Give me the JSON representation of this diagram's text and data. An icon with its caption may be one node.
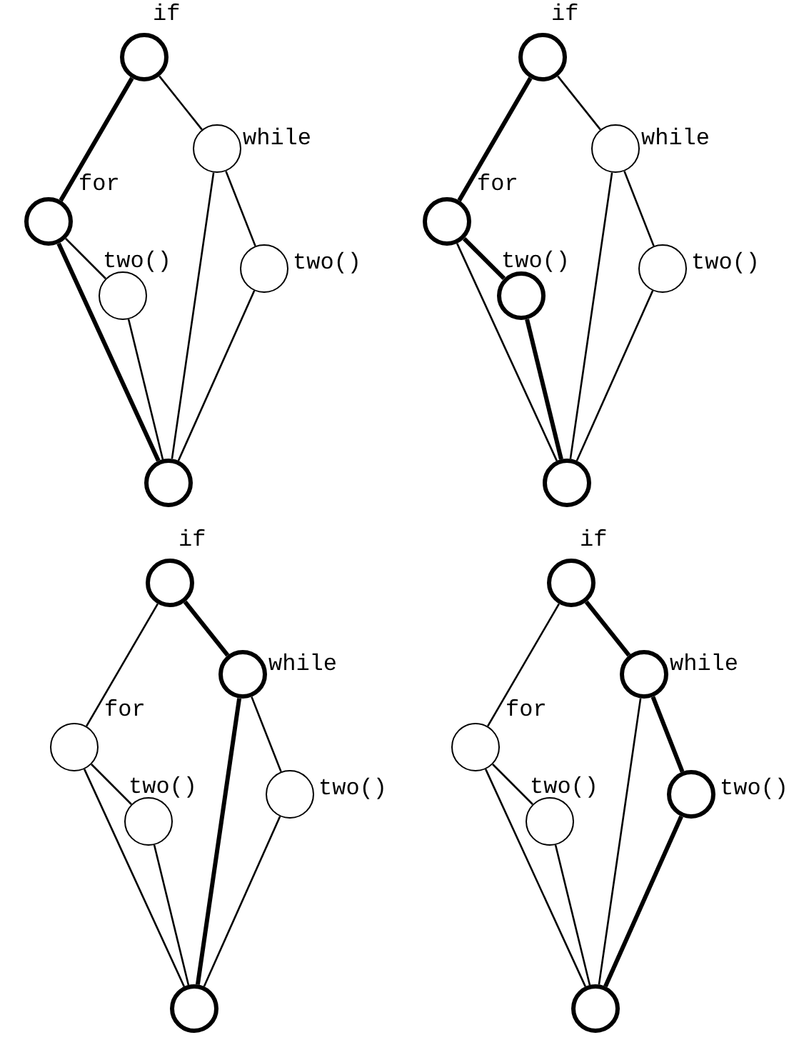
{
  "diagram": {
    "nodes": [
      {
        "text": [
          "if"
        ]
      },
      {
        "text": [
          "while"
        ]
      },
      {
        "text": [
          "for"
        ]
      },
      {
        "text": [
          "two()"
        ]
      },
      {
        "text": [
          "two()"
        ]
      },
      {
        "text": [],
        "shape": "circle"
      },
      {
        "text": [
          "if"
        ]
      },
      {
        "text": [
          "while"
        ]
      },
      {
        "text": [
          "for"
        ]
      },
      {
        "text": [
          "two()"
        ]
      },
      {
        "text": [
          "two()"
        ]
      },
      {
        "text": [],
        "shape": "circle"
      },
      {
        "text": [
          "if"
        ]
      },
      {
        "text": [
          "while"
        ]
      },
      {
        "text": [
          "for"
        ]
      },
      {
        "text": [
          "two()"
        ]
      },
      {
        "text": [
          "two()"
        ]
      },
      {
        "text": [],
        "shape": "circle"
      },
      {
        "text": [
          "if"
        ]
      },
      {
        "text": [
          "while"
        ]
      },
      {
        "text": [
          "for"
        ]
      },
      {
        "text": [
          "two()"
        ]
      },
      {
        "text": [
          "two()"
        ]
      },
      {
        "text": [],
        "shape": "circle"
      }
    ],
    "edges": [
      {
        "from": 0,
        "to": 1,
        "arrow": "none"
      },
      {
        "from": 0,
        "to": 2,
        "arrow": "none",
        "style": "thick"
      },
      {
        "from": 1,
        "to": 5,
        "arrow": "none"
      },
      {
        "from": 1,
        "to": 4,
        "arrow": "none"
      },
      {
        "from": 2,
        "to": 3,
        "arrow": "none"
      },
      {
        "from": 2,
        "to": 5,
        "arrow": "none",
        "style": "thick"
      },
      {
        "from": 3,
        "to": 5,
        "arrow": "none"
      },
      {
        "from": 4,
        "to": 5,
        "arrow": "none"
      },
      {
        "from": 6,
        "to": 7,
        "arrow": "none"
      },
      {
        "from": 6,
        "to": 8,
        "arrow": "none",
        "style": "thick"
      },
      {
        "from": 7,
        "to": 11,
        "arrow": "none"
      },
      {
        "from": 7,
        "to": 10,
        "arrow": "none"
      },
      {
        "from": 8,
        "to": 9,
        "arrow": "none",
        "style": "thick"
      },
      {
        "from": 8,
        "to": 11,
        "arrow": "none"
      },
      {
        "from": 9,
        "to": 11,
        "arrow": "none",
        "style": "thick"
      },
      {
        "from": 10,
        "to": 11,
        "arrow": "none"
      },
      {
        "from": 12,
        "to": 13,
        "arrow": "none",
        "style": "thick"
      },
      {
        "from": 12,
        "to": 14,
        "arrow": "none"
      },
      {
        "from": 13,
        "to": 17,
        "arrow": "none",
        "style": "thick"
      },
      {
        "from": 13,
        "to": 16,
        "arrow": "none"
      },
      {
        "from": 14,
        "to": 15,
        "arrow": "none"
      },
      {
        "from": 14,
        "to": 17,
        "arrow": "none"
      },
      {
        "from": 15,
        "to": 17,
        "arrow": "none"
      },
      {
        "from": 16,
        "to": 17,
        "arrow": "none"
      },
      {
        "from": 18,
        "to": 19,
        "arrow": "none",
        "style": "thick"
      },
      {
        "from": 18,
        "to": 20,
        "arrow": "none"
      },
      {
        "from": 19,
        "to": 23,
        "arrow": "none"
      },
      {
        "from": 19,
        "to": 22,
        "arrow": "none",
        "style": "thick"
      },
      {
        "from": 20,
        "to": 21,
        "arrow": "none"
      },
      {
        "from": 20,
        "to": 23,
        "arrow": "none"
      },
      {
        "from": 21,
        "to": 23,
        "arrow": "none"
      },
      {
        "from": 22,
        "to": 23,
        "arrow": "none",
        "style": "thick"
      }
    ]
  }
}
